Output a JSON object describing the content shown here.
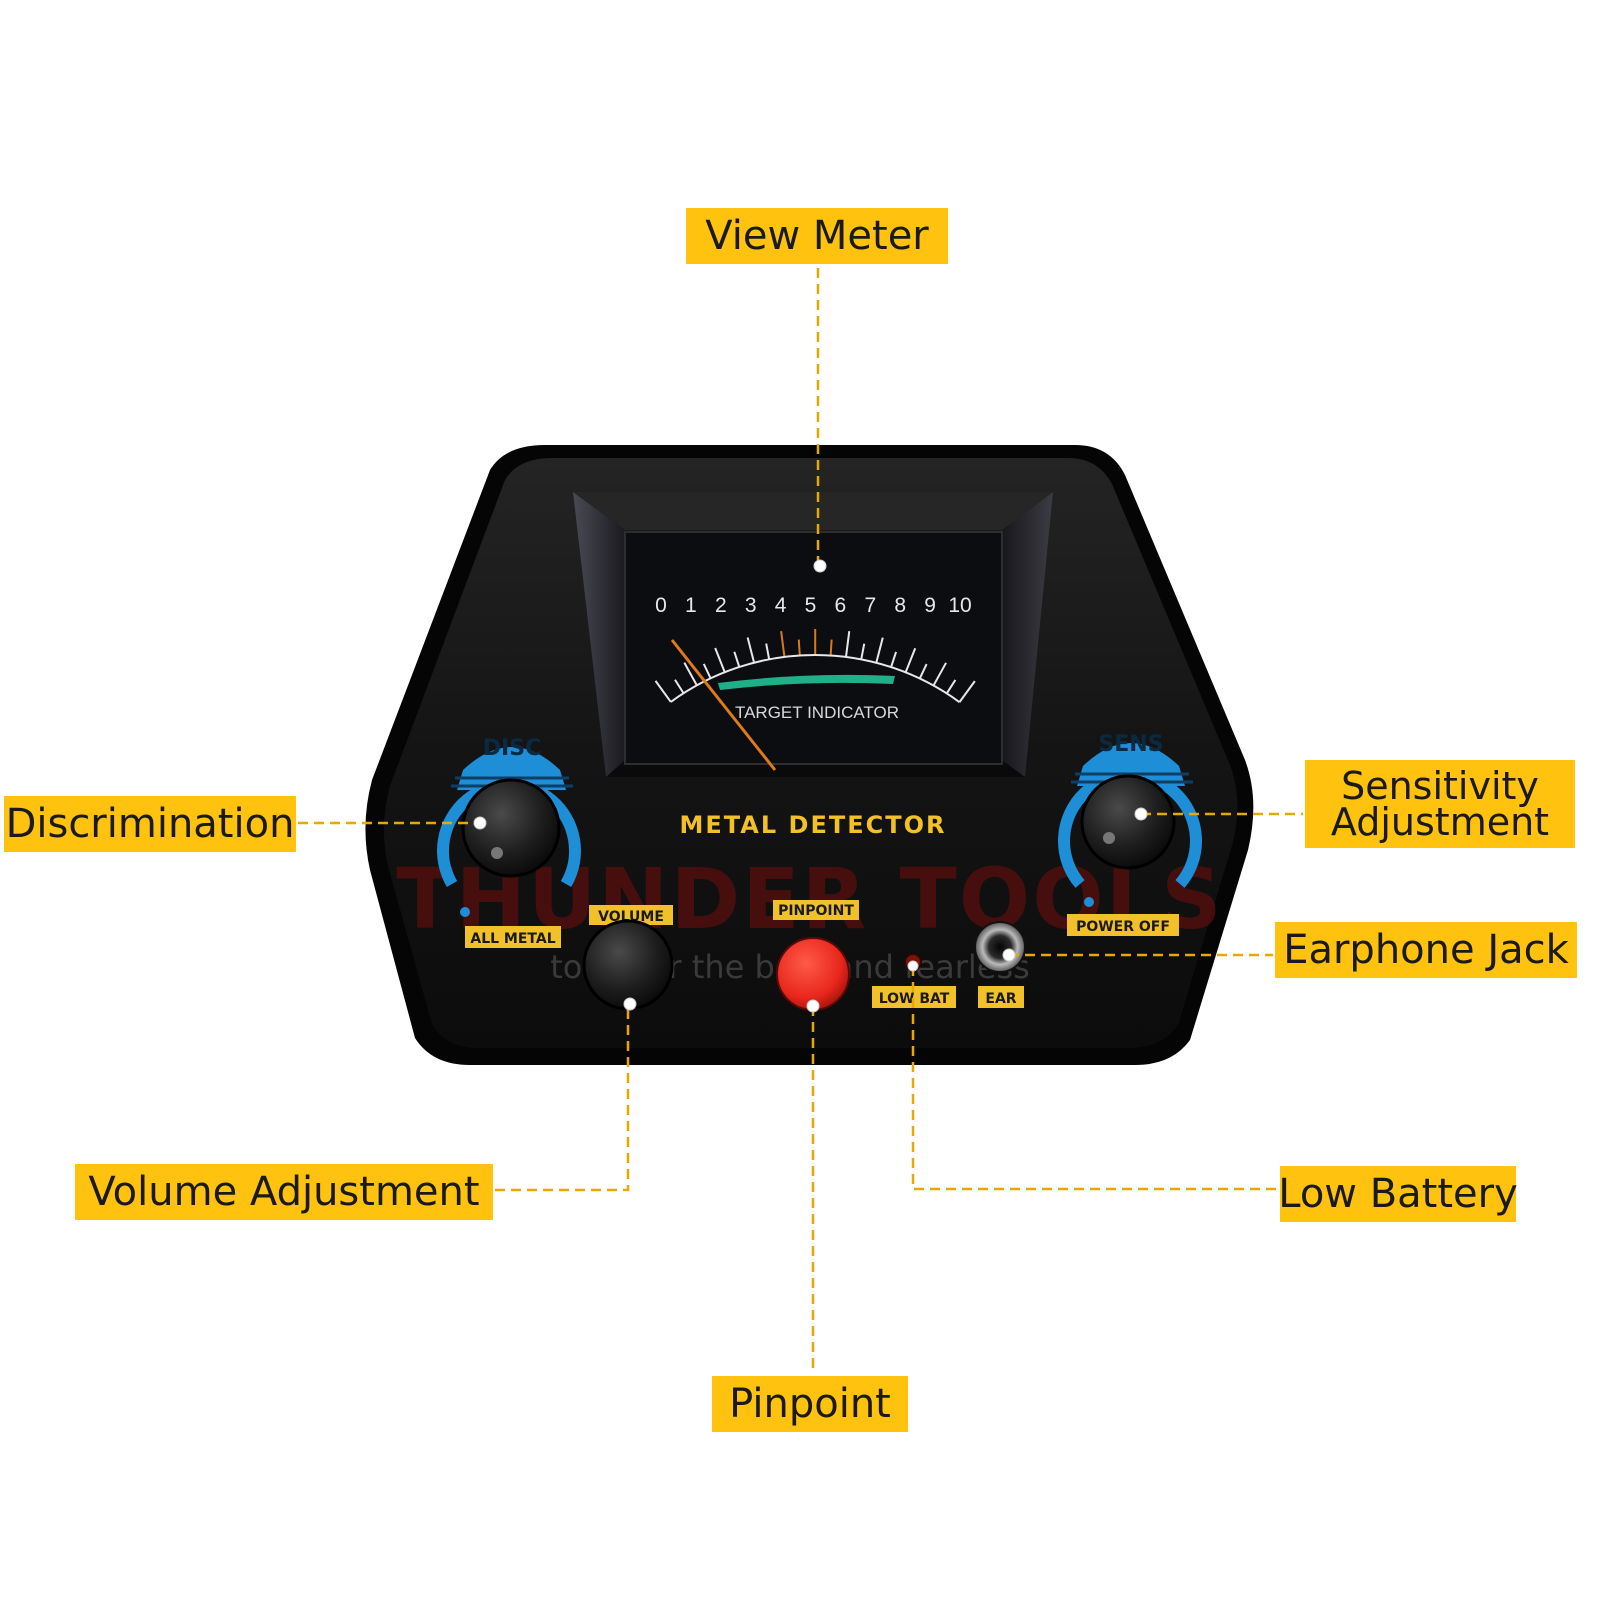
{
  "callouts": {
    "view_meter": "View Meter",
    "discrimination": "Discrimination",
    "sensitivity_line1": "Sensitivity",
    "sensitivity_line2": "Adjustment",
    "earphone_jack": "Earphone Jack",
    "volume_adjustment": "Volume Adjustment",
    "low_battery": "Low Battery",
    "pinpoint": "Pinpoint"
  },
  "meter": {
    "scale": [
      "0",
      "1",
      "2",
      "3",
      "4",
      "5",
      "6",
      "7",
      "8",
      "9",
      "10"
    ],
    "label": "TARGET INDICATOR"
  },
  "panel": {
    "title": "METAL DETECTOR",
    "disc_label": "DISC",
    "sens_label": "SENS",
    "all_metal_label": "ALL METAL",
    "volume_label": "VOLUME",
    "pinpoint_label": "PINPOINT",
    "power_off_label": "POWER OFF",
    "low_bat_label": "LOW BAT",
    "ear_label": "EAR"
  },
  "watermark": {
    "brand": "THUNDER TOOLS",
    "tagline": "tools for the bold and fearless"
  },
  "colors": {
    "callout_bg": "#ffc20e",
    "leader_line": "#e8a800",
    "panel_label_yellow": "#f2c029",
    "knob_ring_blue": "#1e8fd6",
    "pinpoint_button_red": "#e8261c",
    "body_black": "#141414"
  }
}
